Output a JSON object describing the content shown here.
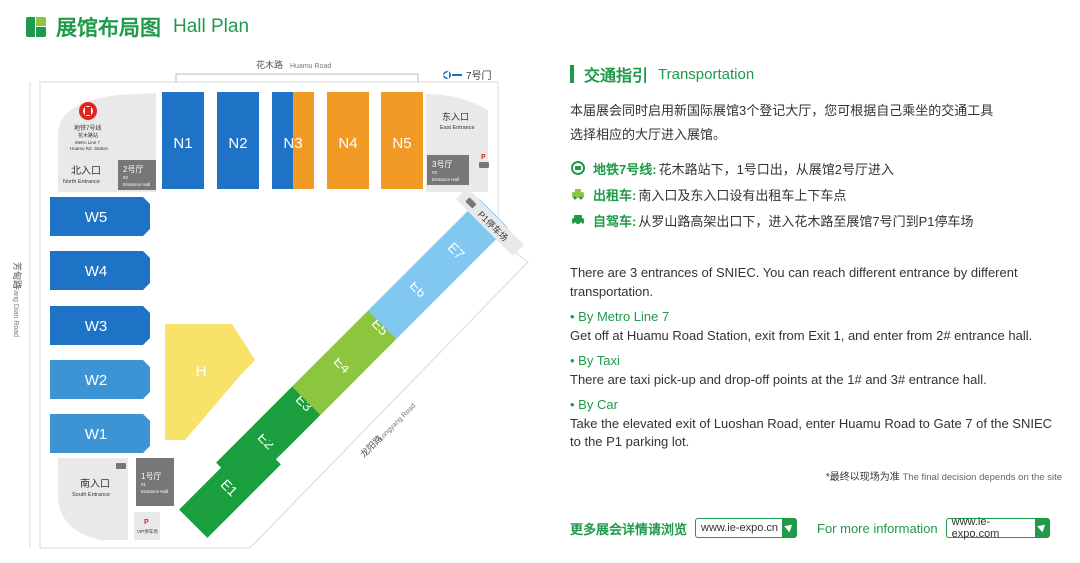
{
  "header": {
    "title_cn": "展馆布局图",
    "title_en": "Hall Plan"
  },
  "colors": {
    "brand": "#1f9a4a",
    "n_blue": "#1e73c7",
    "n_orange": "#f19b26",
    "w_dark": "#1e73c7",
    "w_light": "#3d94d4",
    "e_green": "#1a9e3e",
    "e_lgreen": "#8cc63f",
    "e_blue": "#80c8ef",
    "h_yellow": "#f9e26a",
    "gray": "#e9e9e9",
    "dark_gray": "#777777"
  },
  "map": {
    "road_top_cn": "花木路",
    "road_top_en": "Huamu Road",
    "road_left_cn": "芳甸路",
    "road_left_en": "Fang Dian Road",
    "road_diag_cn": "龙阳路",
    "road_diag_en": "Longyang Road",
    "gate7": "7号门",
    "metro_cn": "地铁7号线",
    "metro_cn2": "花木路站",
    "metro_en1": "Metro Line 7",
    "metro_en2": "Huamu Rd. Station",
    "north_cn": "北入口",
    "north_en": "North Entrance",
    "east_cn": "东入口",
    "east_en": "East Entrance",
    "south_cn": "南入口",
    "south_en": "South Entrance",
    "hall2_cn": "2号厅",
    "hall2_num": "#2",
    "hall2_en": "Entrance Hall",
    "hall3_cn": "3号厅",
    "hall3_num": "#3",
    "hall3_en": "Entrance Hall",
    "hall1_cn": "1号厅",
    "hall1_num": "#1",
    "hall1_en": "Entrance Hall",
    "vip": "VIP停车场",
    "p1": "P1停车场",
    "halls_n": [
      "N1",
      "N2",
      "N3",
      "N4",
      "N5"
    ],
    "halls_w": [
      "W5",
      "W4",
      "W3",
      "W2",
      "W1"
    ],
    "halls_e": [
      "E1",
      "E2",
      "E3",
      "E4",
      "E5",
      "E6",
      "E7"
    ],
    "hall_h": "H"
  },
  "transport": {
    "title_cn": "交通指引",
    "title_en": "Transportation",
    "intro_cn_1": "本届展会同时启用新国际展馆3个登记大厅，您可根据自己乘坐的交通工具",
    "intro_cn_2": "选择相应的大厅进入展馆。",
    "metro_label": "地铁7号线:",
    "metro_text": "花木路站下，1号口出，从展馆2号厅进入",
    "taxi_label": "出租车:",
    "taxi_text": "南入口及东入口设有出租车上下车点",
    "car_label": "自驾车:",
    "car_text": "从罗山路高架出口下，进入花木路至展馆7号门到P1停车场",
    "intro_en_1": "There are 3 entrances of SNIEC. You can reach different entrance by different",
    "intro_en_2": "transportation.",
    "by_metro": "• By Metro Line 7",
    "by_metro_text": "Get off at Huamu Road Station, exit from Exit 1, and enter from 2# entrance hall.",
    "by_taxi": "• By Taxi",
    "by_taxi_text": "There are taxi pick-up and drop-off points at the 1# and 3# entrance hall.",
    "by_car": "• By Car",
    "by_car_text_1": "Take the elevated exit of Luoshan Road, enter Huamu Road to Gate 7 of the SNIEC",
    "by_car_text_2": "to the P1 parking lot.",
    "note_cn": "*最终以现场为准",
    "note_en": "The final decision depends on the site"
  },
  "footer": {
    "more_cn": "更多展会详情请浏览",
    "url_cn": "www.ie-expo.cn",
    "more_en": "For more information",
    "url_en": "www.ie-expo.com"
  }
}
